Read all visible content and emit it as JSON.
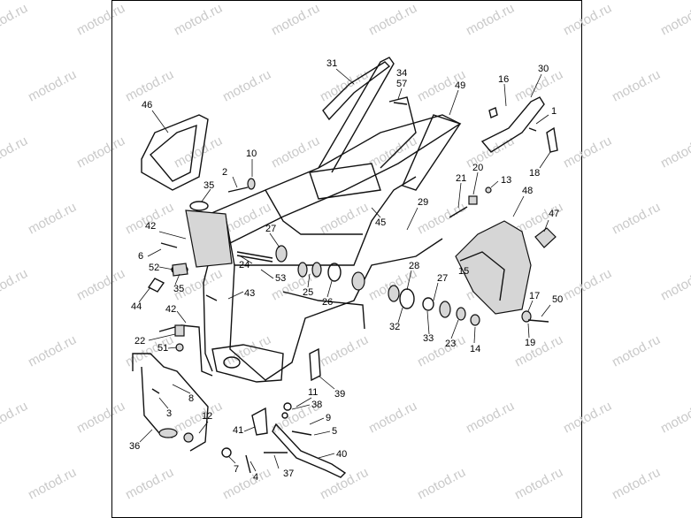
{
  "diagram": {
    "watermark": "motod.ru",
    "callouts": [
      "1",
      "2",
      "3",
      "4",
      "5",
      "6",
      "7",
      "8",
      "9",
      "10",
      "11",
      "12",
      "13",
      "14",
      "15",
      "16",
      "17",
      "18",
      "19",
      "20",
      "21",
      "22",
      "23",
      "24",
      "25",
      "26",
      "27",
      "27",
      "28",
      "29",
      "30",
      "31",
      "32",
      "33",
      "34",
      "35",
      "35",
      "36",
      "37",
      "38",
      "39",
      "40",
      "41",
      "42",
      "42",
      "43",
      "44",
      "45",
      "46",
      "47",
      "48",
      "49",
      "50",
      "51",
      "52",
      "53",
      "57"
    ]
  }
}
